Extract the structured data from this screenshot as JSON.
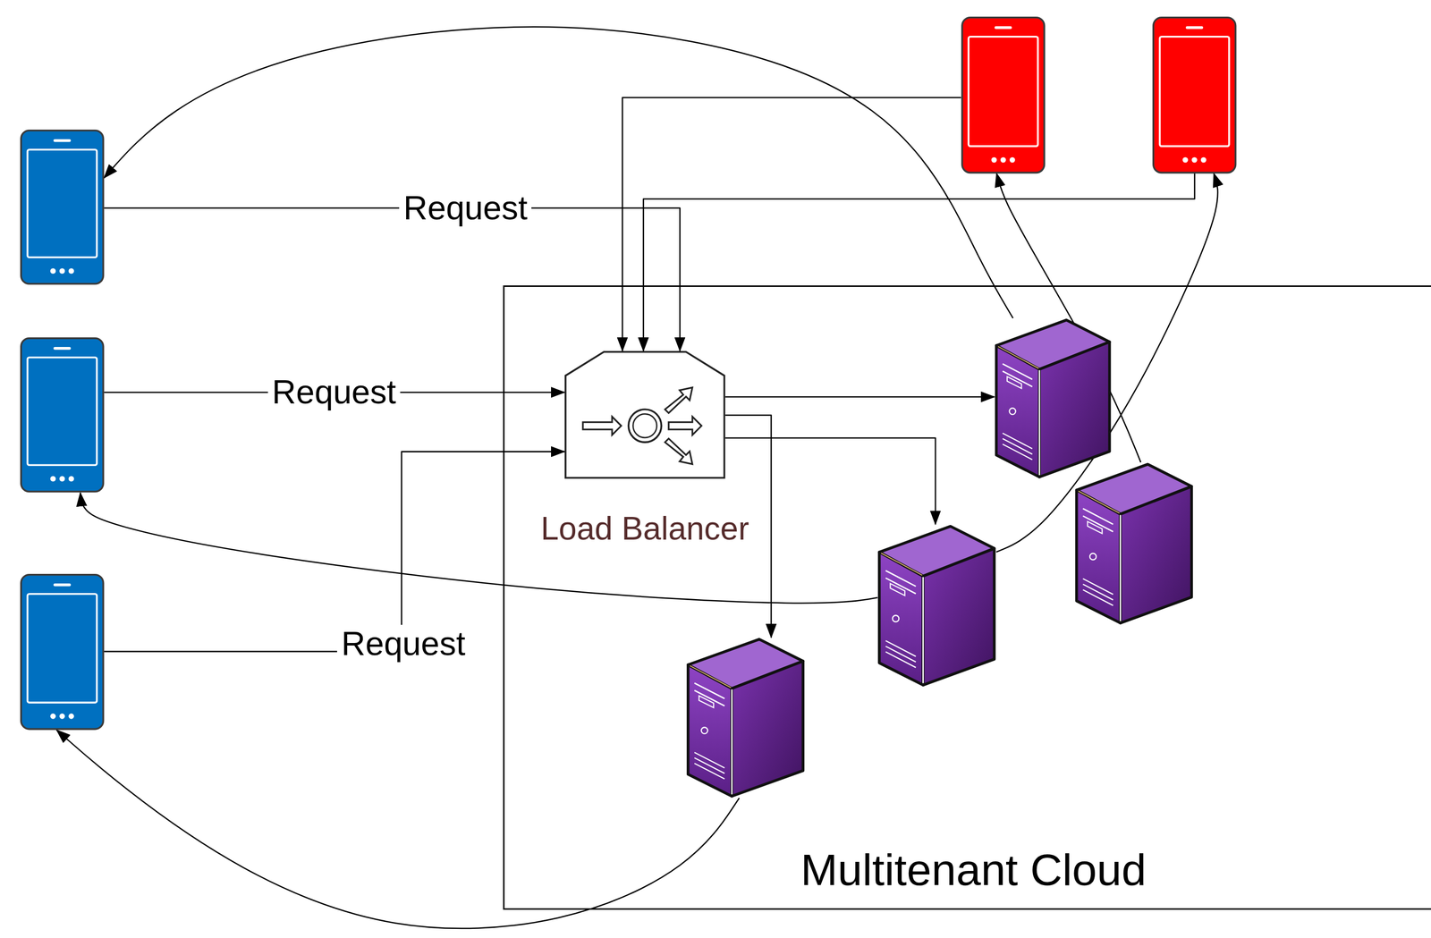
{
  "diagram": {
    "nodes": [
      {
        "text": []
      },
      {
        "text": []
      },
      {
        "text": []
      },
      {
        "text": []
      },
      {
        "text": []
      },
      {
        "text": [
          "Multitenant Cloud"
        ]
      },
      {
        "text": [
          "Load Balancer"
        ],
        "in": 5
      },
      {
        "text": [],
        "in": 5
      },
      {
        "text": [],
        "in": 5
      },
      {
        "text": [],
        "in": 5
      },
      {
        "text": [],
        "in": 5
      }
    ],
    "edges": [
      {
        "from": 0,
        "to": 6,
        "label": "Request",
        "arrow": "to"
      },
      {
        "from": 1,
        "to": 6,
        "label": "Request",
        "arrow": "to"
      },
      {
        "from": 2,
        "to": 6,
        "label": "Request",
        "arrow": "to"
      },
      {
        "from": 3,
        "to": 6,
        "arrow": "to"
      },
      {
        "from": 4,
        "to": 6,
        "arrow": "to"
      },
      {
        "from": 6,
        "to": 7,
        "arrow": "to"
      },
      {
        "from": 6,
        "to": 9,
        "arrow": "to"
      },
      {
        "from": 6,
        "to": 10,
        "arrow": "to"
      },
      {
        "from": 7,
        "to": 0,
        "arrow": "to"
      },
      {
        "from": 8,
        "to": 3,
        "arrow": "to"
      },
      {
        "from": 9,
        "to": 1,
        "arrow": "to"
      },
      {
        "from": 9,
        "to": 4,
        "arrow": "to"
      },
      {
        "from": 10,
        "to": 2,
        "arrow": "to"
      }
    ]
  }
}
